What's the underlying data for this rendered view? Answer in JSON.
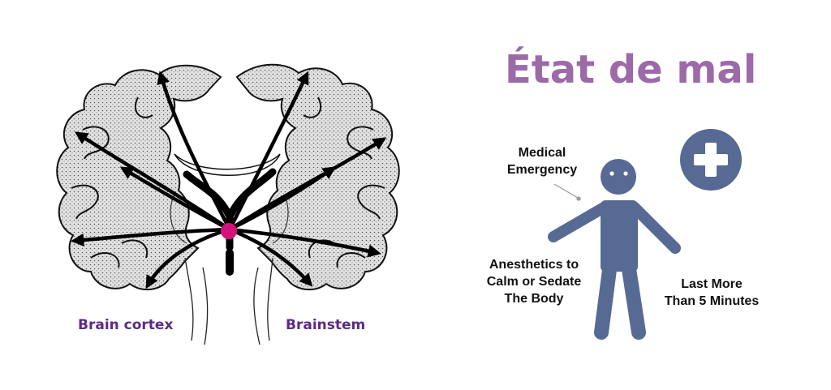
{
  "title": "État de mal",
  "labels": {
    "brain_cortex": "Brain cortex",
    "brainstem": "Brainstem",
    "medical_emergency_line1": "Medical",
    "medical_emergency_line2": "Emergency",
    "anesthetics_line1": "Anesthetics to",
    "anesthetics_line2": "Calm or Sedate",
    "anesthetics_line3": "The Body",
    "last_more_line1": "Last More",
    "last_more_line2": "Than 5 Minutes"
  },
  "colors": {
    "title": "#9c6aa9",
    "label_purple": "#5b2a86",
    "figure": "#576a94",
    "focus": "#d3137a",
    "cortex_fill": "#d9d9d9"
  },
  "icons": [
    "brain-diagram",
    "person-figure-icon",
    "medical-cross-icon"
  ]
}
